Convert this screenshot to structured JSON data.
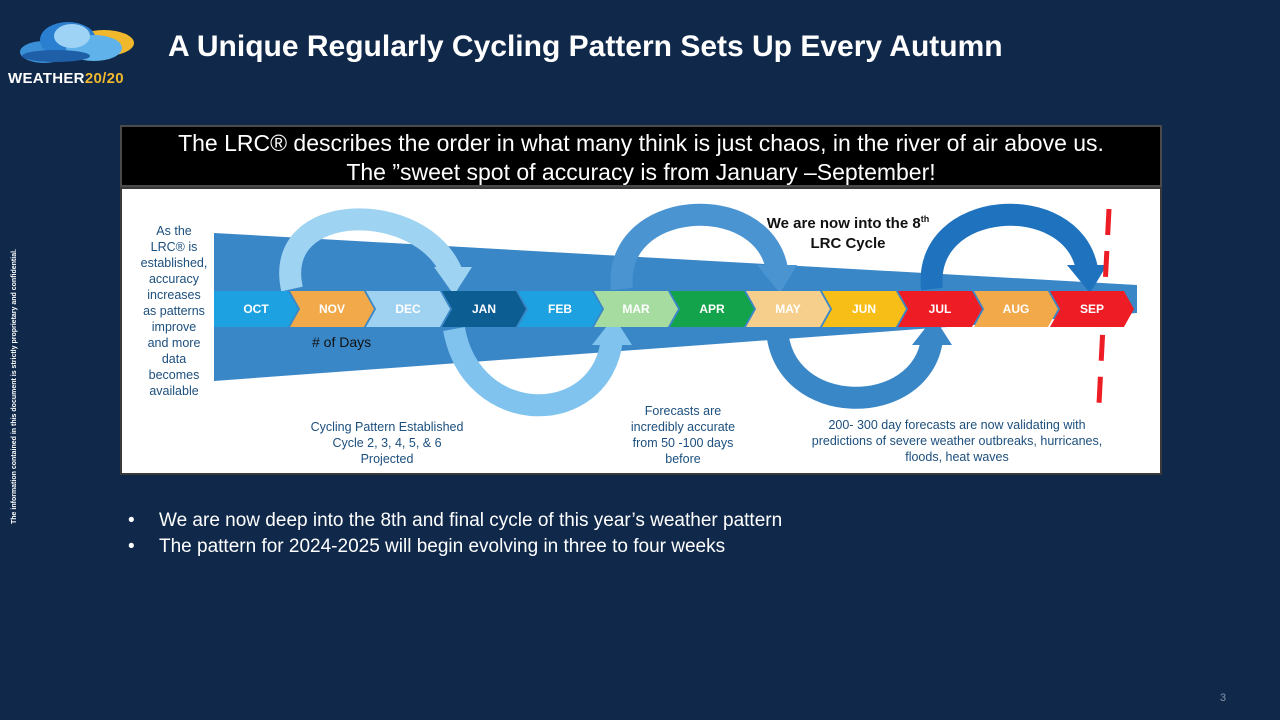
{
  "logo": {
    "text_main": "WEATHER",
    "text_accent": "20/20"
  },
  "title": "A Unique Regularly Cycling Pattern Sets Up Every Autumn",
  "side_note": "The information contained in this document is strictly proprietary and confidential.",
  "banner": {
    "line1": "The LRC® describes the order in what many think is just chaos, in the river of air above us.",
    "line2": "The ”sweet spot of accuracy is from January –September!"
  },
  "diagram": {
    "left_note": [
      "As the",
      "LRC® is",
      "established,",
      "accuracy",
      "increases",
      "as patterns",
      "improve",
      "and more",
      "data",
      "becomes",
      "available"
    ],
    "months": [
      {
        "label": "OCT",
        "color": "#1ea1e0"
      },
      {
        "label": "NOV",
        "color": "#f2a94a"
      },
      {
        "label": "DEC",
        "color": "#9ed2f0"
      },
      {
        "label": "JAN",
        "color": "#0c5d92"
      },
      {
        "label": "FEB",
        "color": "#1ea1e0"
      },
      {
        "label": "MAR",
        "color": "#a6dca0"
      },
      {
        "label": "APR",
        "color": "#13a34a"
      },
      {
        "label": "MAY",
        "color": "#f6cf8c"
      },
      {
        "label": "JUN",
        "color": "#f7be18"
      },
      {
        "label": "JUL",
        "color": "#ee1c24"
      },
      {
        "label": "AUG",
        "color": "#f2a94a"
      },
      {
        "label": "SEP",
        "color": "#ee1c24"
      }
    ],
    "days_label": "# of Days",
    "cycle_note_title": "We are now into the 8",
    "cycle_note_sup": "th",
    "cycle_note_line2": "LRC Cycle",
    "cycling_note": [
      "Cycling Pattern Established",
      "Cycle 2, 3, 4, 5, & 6",
      "Projected"
    ],
    "forecast_note": [
      "Forecasts are",
      "incredibly accurate",
      "from 50 -100 days",
      "before"
    ],
    "validation_note": [
      "200- 300 day forecasts are now validating with",
      "predictions of severe weather outbreaks, hurricanes,",
      "floods, heat waves"
    ]
  },
  "bullets": [
    "We are now deep into the 8th and final cycle of this year’s weather pattern",
    "The pattern for 2024-2025 will begin evolving in three to four weeks"
  ],
  "page_number": "3"
}
